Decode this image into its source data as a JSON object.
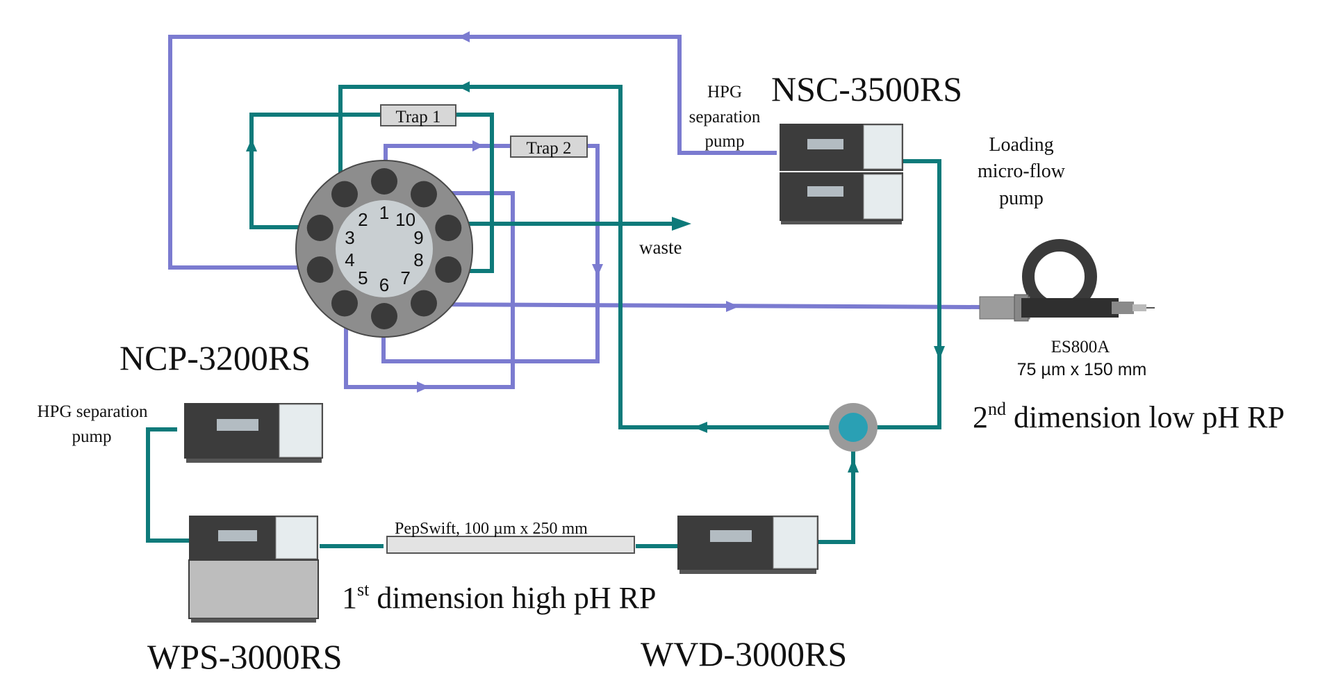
{
  "colors": {
    "teal_line": "#0e7a7a",
    "purple_line": "#7b7bd0",
    "instrument_dark": "#3c3c3c",
    "instrument_light": "#e6ecee",
    "instrument_slot": "#b3bcc2",
    "valve_outer": "#8a8a8a",
    "valve_inner": "#c4cacc",
    "tee_fill": "#2aa0b4"
  },
  "labels": {
    "nsc": "NSC-3500RS",
    "ncp": "NCP-3200RS",
    "wps": "WPS-3000RS",
    "wvd": "WVD-3000RS",
    "hpg_top_line1": "HPG",
    "hpg_top_line2": "separation",
    "hpg_top_line3": "pump",
    "hpg_left_line1": "HPG separation",
    "hpg_left_line2": "pump",
    "loading_line1": "Loading",
    "loading_line2": "micro-flow",
    "loading_line3": "pump",
    "trap1": "Trap 1",
    "trap2": "Trap 2",
    "waste": "waste",
    "column1": "PepSwift, 100 µm x 250 mm",
    "column2_line1": "ES800A",
    "column2_line2": "75 µm x 150 mm",
    "dim1_num": "1",
    "dim1_sup": "st",
    "dim1_rest": " dimension high pH RP",
    "dim2_num": "2",
    "dim2_sup": "nd",
    "dim2_rest": " dimension low pH RP"
  },
  "valve_ports": [
    "1",
    "2",
    "3",
    "4",
    "5",
    "6",
    "7",
    "8",
    "9",
    "10"
  ],
  "icons": {
    "valve": "ten-port-valve-icon",
    "tee": "tee-mixer-icon",
    "emitter": "nano-emitter-icon"
  }
}
